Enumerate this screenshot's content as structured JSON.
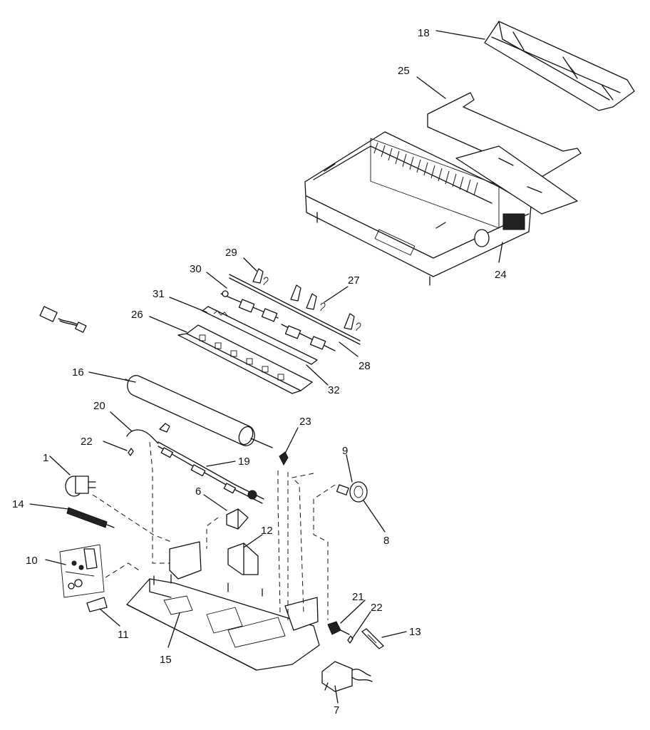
{
  "diagram": {
    "callouts": [
      {
        "id": "c18",
        "label": "18"
      },
      {
        "id": "c25",
        "label": "25"
      },
      {
        "id": "c24",
        "label": "24"
      },
      {
        "id": "c29",
        "label": "29"
      },
      {
        "id": "c30",
        "label": "30"
      },
      {
        "id": "c27",
        "label": "27"
      },
      {
        "id": "c31",
        "label": "31"
      },
      {
        "id": "c26",
        "label": "26"
      },
      {
        "id": "c28",
        "label": "28"
      },
      {
        "id": "c32",
        "label": "32"
      },
      {
        "id": "c16",
        "label": "16"
      },
      {
        "id": "c20",
        "label": "20"
      },
      {
        "id": "c23",
        "label": "23"
      },
      {
        "id": "c22a",
        "label": "22"
      },
      {
        "id": "c19",
        "label": "19"
      },
      {
        "id": "c9",
        "label": "9"
      },
      {
        "id": "c1",
        "label": "1"
      },
      {
        "id": "c6",
        "label": "6"
      },
      {
        "id": "c8",
        "label": "8"
      },
      {
        "id": "c14",
        "label": "14"
      },
      {
        "id": "c12",
        "label": "12"
      },
      {
        "id": "c10",
        "label": "10"
      },
      {
        "id": "c11",
        "label": "11"
      },
      {
        "id": "c21",
        "label": "21"
      },
      {
        "id": "c22b",
        "label": "22"
      },
      {
        "id": "c13",
        "label": "13"
      },
      {
        "id": "c15",
        "label": "15"
      },
      {
        "id": "c7",
        "label": "7"
      }
    ]
  }
}
